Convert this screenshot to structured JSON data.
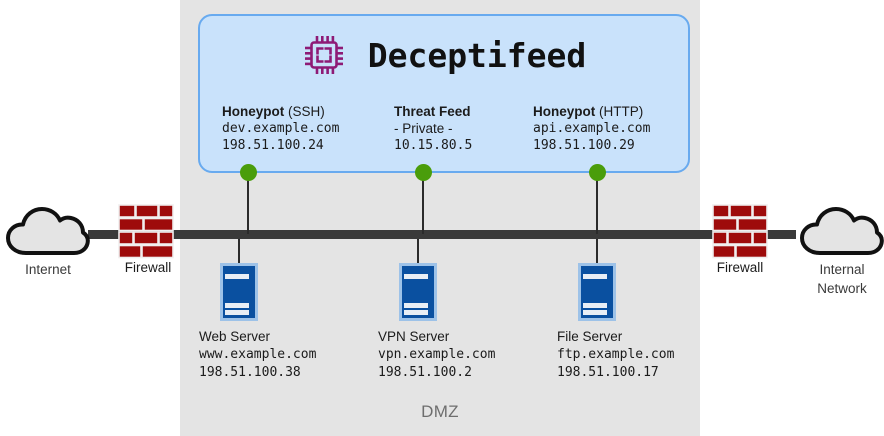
{
  "zone": {
    "label": "DMZ"
  },
  "product": {
    "title": "Deceptifeed",
    "icon": "cpu-chip-icon",
    "accent_color": "#8e1a76",
    "panel_fill": "#c9e2fb",
    "panel_border": "#68aaef",
    "feeds": [
      {
        "title_bold": "Honeypot",
        "title_rest": " (SSH)",
        "host": "dev.example.com",
        "host_mono": true,
        "address": "198.51.100.24",
        "dot_color": "#4a9d0b"
      },
      {
        "title_bold": "Threat Feed",
        "title_rest": "",
        "host": "- Private -",
        "host_mono": false,
        "address": "10.15.80.5",
        "dot_color": "#4a9d0b"
      },
      {
        "title_bold": "Honeypot",
        "title_rest": " (HTTP)",
        "host": "api.example.com",
        "host_mono": true,
        "address": "198.51.100.29",
        "dot_color": "#4a9d0b"
      }
    ]
  },
  "servers": [
    {
      "name": "Web Server",
      "host": "www.example.com",
      "address": "198.51.100.38",
      "icon": "server-tower-icon",
      "color": "#0a50a0"
    },
    {
      "name": "VPN Server",
      "host": "vpn.example.com",
      "address": "198.51.100.2",
      "icon": "server-tower-icon",
      "color": "#0a50a0"
    },
    {
      "name": "File Server",
      "host": "ftp.example.com",
      "address": "198.51.100.17",
      "icon": "server-tower-icon",
      "color": "#0a50a0"
    }
  ],
  "firewalls": [
    {
      "label": "Firewall",
      "icon": "firewall-brick-icon",
      "color": "#9e0b0b"
    },
    {
      "label": "Firewall",
      "icon": "firewall-brick-icon",
      "color": "#9e0b0b"
    }
  ],
  "clouds": [
    {
      "label": "Internet",
      "label_line2": "",
      "icon": "cloud-icon"
    },
    {
      "label": "Internal",
      "label_line2": "Network",
      "icon": "cloud-icon"
    }
  ],
  "network": {
    "backbone_color": "#3a3a3a"
  }
}
